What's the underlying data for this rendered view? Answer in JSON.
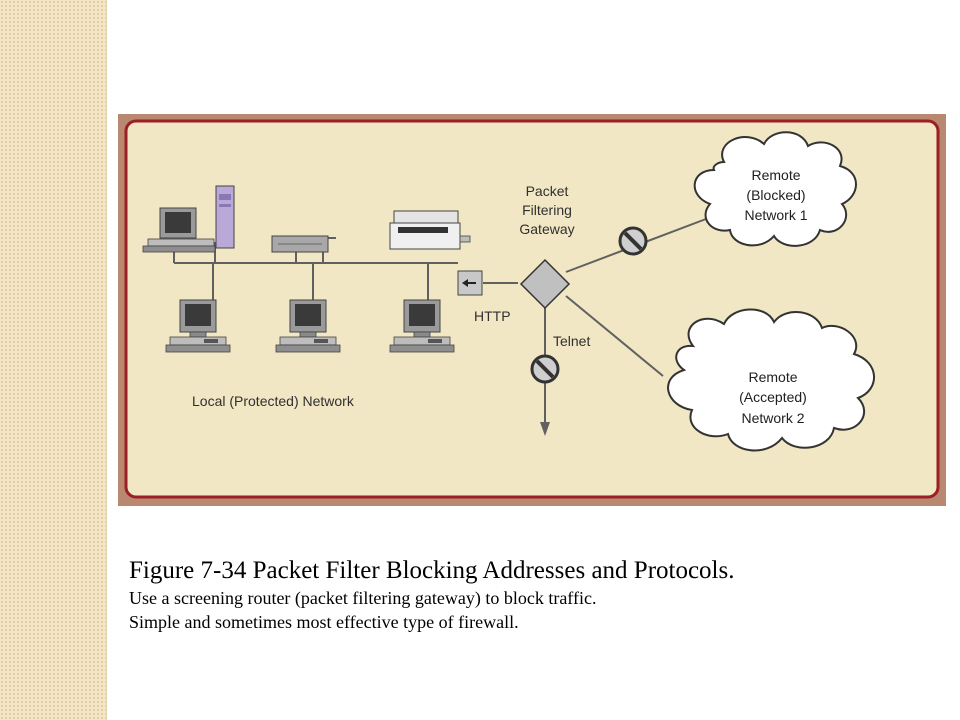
{
  "diagram": {
    "gateway_label": [
      "Packet",
      "Filtering",
      "Gateway"
    ],
    "local_network_label": "Local (Protected) Network",
    "http_label": "HTTP",
    "telnet_label": "Telnet",
    "remote_blocked_label": [
      "Remote",
      "(Blocked)",
      "Network 1"
    ],
    "remote_accepted_label": [
      "Remote",
      "(Accepted)",
      "Network 2"
    ],
    "colors": {
      "frame": "#b98870",
      "panel": "#f1e7c4",
      "border": "#9c1f24",
      "line": "#606060",
      "device": "#8a8a8a",
      "tower": "#b9a8d8"
    }
  },
  "caption": {
    "title": "Figure 7-34  Packet Filter Blocking Addresses and Protocols.",
    "line1": "Use a screening router (packet filtering gateway) to block traffic.",
    "line2": "Simple and sometimes most effective type of firewall."
  }
}
